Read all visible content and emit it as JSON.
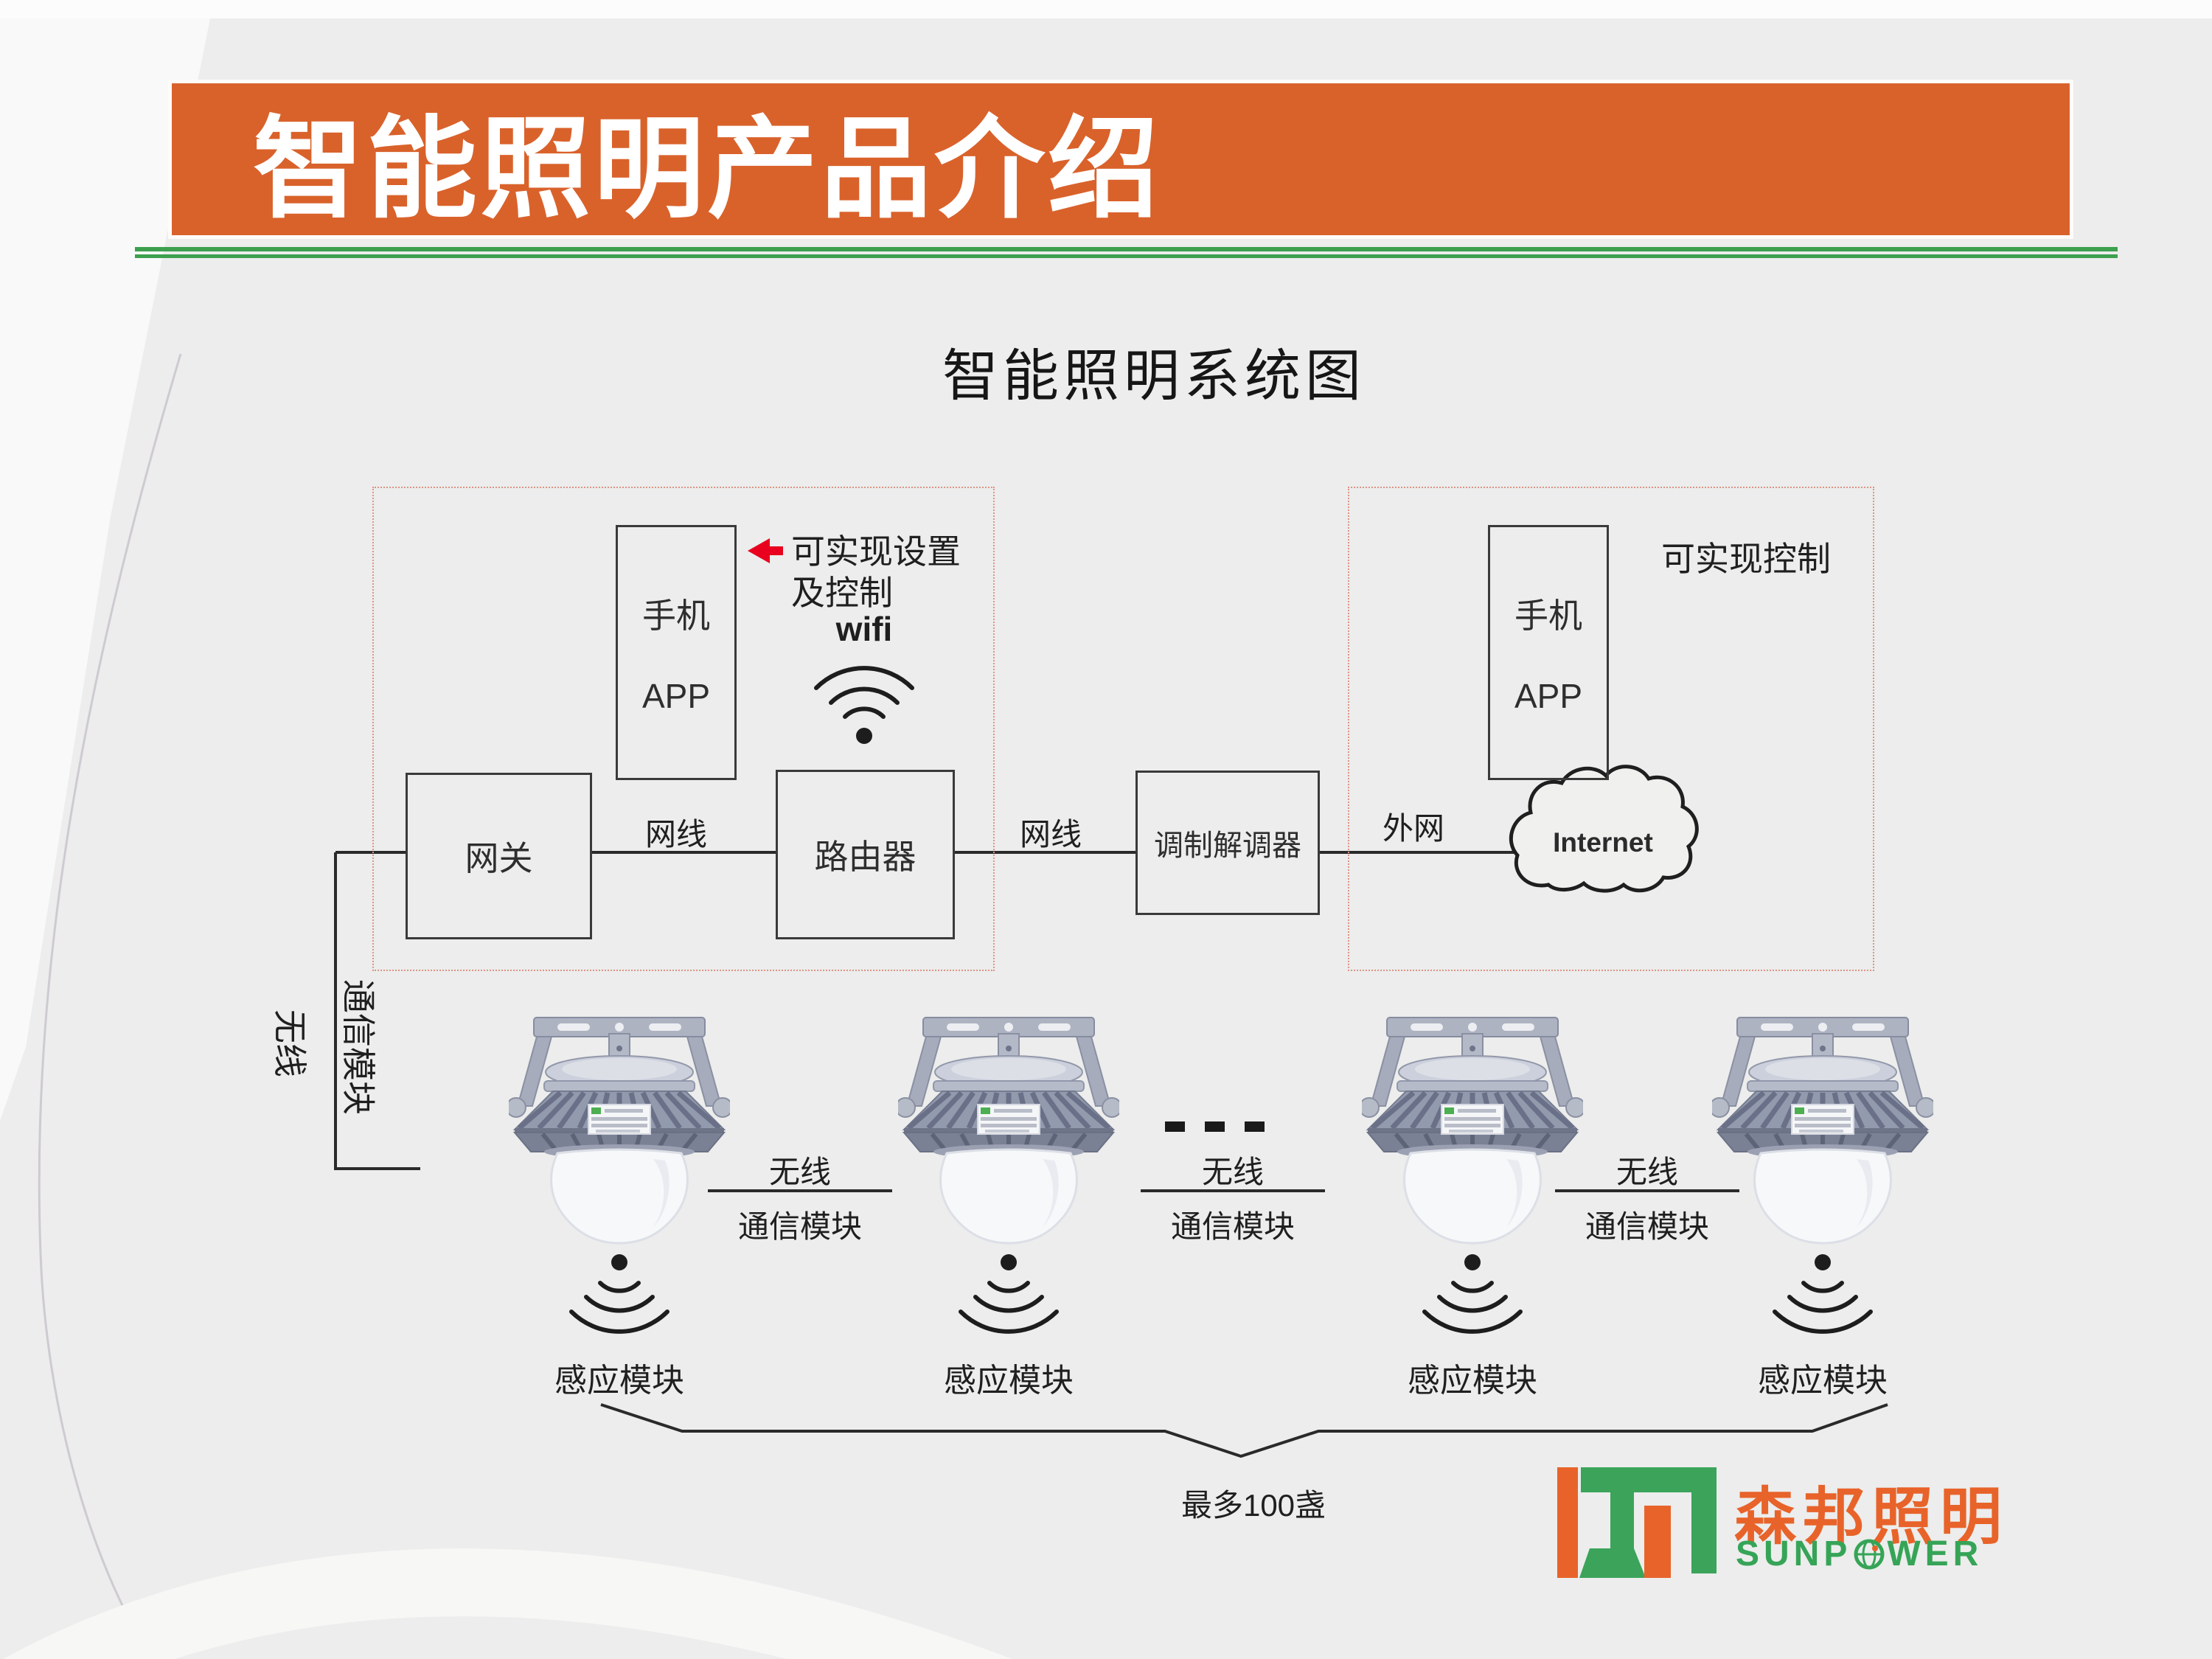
{
  "header": {
    "title": "智能照明产品介绍"
  },
  "diagram": {
    "title": "智能照明系统图",
    "phone_left": {
      "line1": "手机",
      "line2": "APP"
    },
    "phone_right": {
      "line1": "手机",
      "line2": "APP"
    },
    "note_left": {
      "line1": "可实现设置",
      "line2": "及控制"
    },
    "note_right": "可实现控制",
    "wifi_label": "wifi",
    "gateway": "网关",
    "router": "路由器",
    "modem": "调制解调器",
    "internet": "Internet",
    "cable1": "网线",
    "cable2": "网线",
    "external": "外网",
    "bus_vertical": {
      "wireless": "无线",
      "module": "通信模块"
    },
    "lamp_links": [
      {
        "wireless": "无线",
        "module": "通信模块"
      },
      {
        "wireless": "无线",
        "module": "通信模块"
      },
      {
        "wireless": "无线",
        "module": "通信模块"
      }
    ],
    "sensor_labels": [
      "感应模块",
      "感应模块",
      "感应模块",
      "感应模块"
    ],
    "max_label": "最多100盏"
  },
  "logo": {
    "cn": "森邦照明",
    "en_prefix": "SUNP",
    "en_suffix": "WER"
  },
  "colors": {
    "banner": "#d9622b",
    "rule_green": "#3ca04f",
    "dashed_border": "#de9486",
    "line": "#2a2a2a",
    "logo_orange": "#e8632a",
    "logo_green": "#36a457",
    "arrow_red": "#e8001e"
  }
}
